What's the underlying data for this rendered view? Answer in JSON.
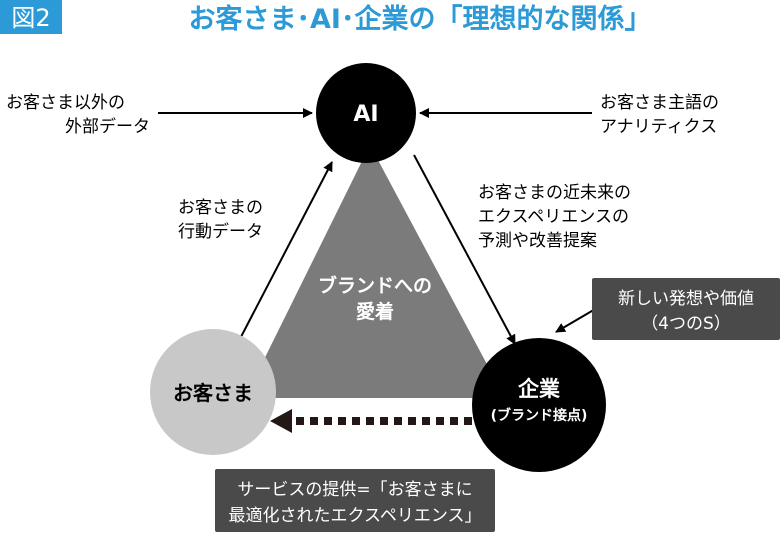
{
  "header": {
    "badge": "図2",
    "title": "お客さま･AI･企業の「理想的な関係」",
    "accent": "#2b9ad6"
  },
  "nodes": {
    "ai": "AI",
    "company": {
      "line1": "企業",
      "line2": "(ブランド接点)"
    },
    "customer": "お客さま",
    "center": {
      "line1": "ブランドへの",
      "line2": "愛着"
    }
  },
  "labels": {
    "external_data": {
      "line1": "お客さま以外の",
      "line2": "外部データ"
    },
    "analytics": {
      "line1": "お客さま主語の",
      "line2": "アナリティクス"
    },
    "behavior_data": {
      "line1": "お客さまの",
      "line2": "行動データ"
    },
    "prediction": {
      "line1": "お客さまの近未来の",
      "line2": "エクスペリエンスの",
      "line3": "予測や改善提案"
    },
    "new_ideas": {
      "line1": "新しい発想や価値",
      "line2": "（4つのS）"
    },
    "service": {
      "line1": "サービスの提供=「お客さまに",
      "line2": "最適化されたエクスペリエンス」"
    }
  },
  "colors": {
    "dark": "#000000",
    "triangle": "#7b7b7b",
    "customer": "#c8c8c8",
    "box": "#4a4a4a",
    "dash": "#231815"
  }
}
